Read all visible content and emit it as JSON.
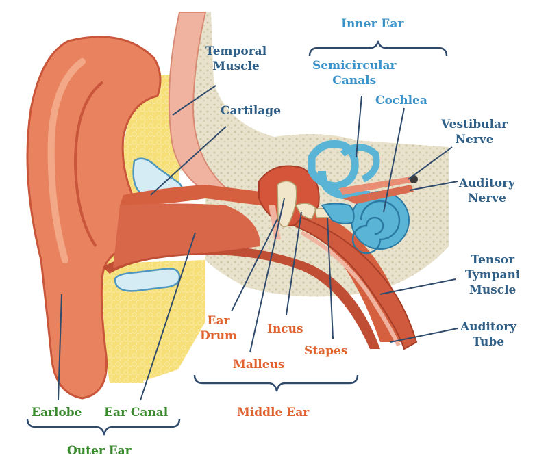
{
  "colors": {
    "bone": "#e8e2cc",
    "skin": "#e9835f",
    "skin_dark": "#c9553a",
    "canal": "#cf5a3d",
    "cartilage_fill": "#d5ecf5",
    "cartilage_edge": "#4f97be",
    "fat": "#f6df77",
    "inner_ear": "#5ab4d6",
    "inner_ear_edge": "#2b7aa3",
    "muscle": "#efb3a0",
    "bracket": "#2f4a6b",
    "pointer": "#2f4a6b"
  },
  "labels": {
    "inner_ear": "Inner Ear",
    "temporal_muscle": [
      "Temporal",
      "Muscle"
    ],
    "semicircular_canals": [
      "Semicircular",
      "Canals"
    ],
    "cochlea": "Cochlea",
    "cartilage": "Cartilage",
    "vestibular_nerve": [
      "Vestibular",
      "Nerve"
    ],
    "auditory_nerve": [
      "Auditory",
      "Nerve"
    ],
    "tensor_tympani": [
      "Tensor",
      "Tympani",
      "Muscle"
    ],
    "auditory_tube": [
      "Auditory",
      "Tube"
    ],
    "ear_drum": [
      "Ear",
      "Drum"
    ],
    "incus": "Incus",
    "stapes": "Stapes",
    "malleus": "Malleus",
    "earlobe": "Earlobe",
    "ear_canal": "Ear Canal",
    "middle_ear": "Middle Ear",
    "outer_ear": "Outer Ear"
  }
}
